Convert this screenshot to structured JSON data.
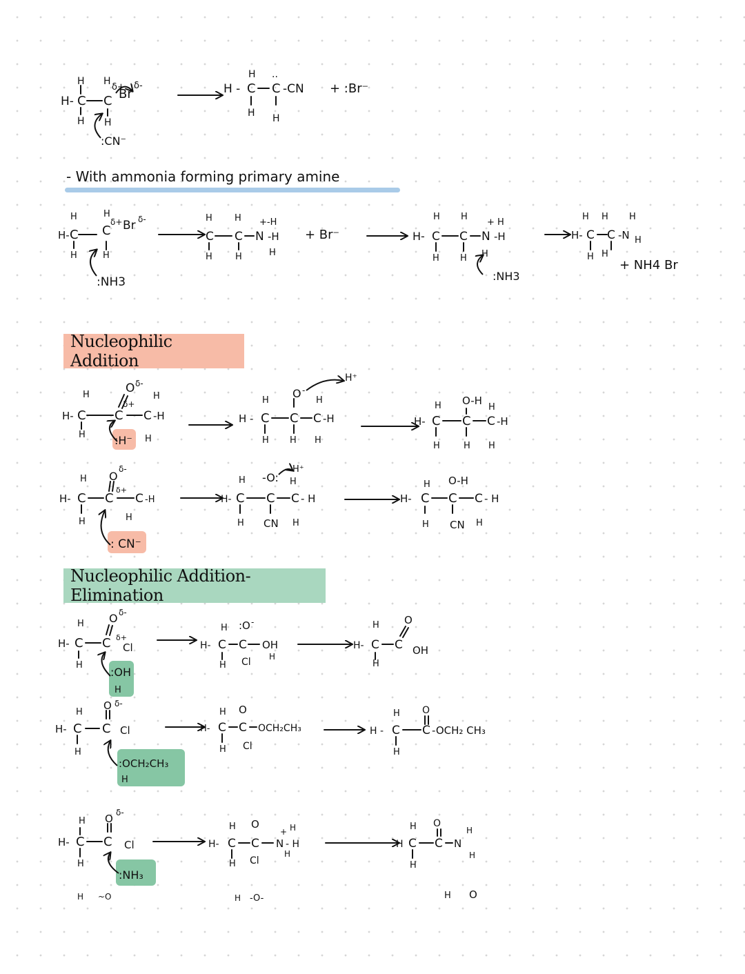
{
  "section_1": {
    "subtitle": "- With ammonia forming primary amine",
    "product_extra": "+ NH4 Br",
    "nucleophile": ":NH3",
    "byproduct": "+ Br⁻",
    "second_nh3": ":NH3"
  },
  "top_reaction": {
    "nucleophile": ":CN⁻",
    "product": "H-C-C-CN",
    "byproduct": "+ :Br⁻"
  },
  "section_2": {
    "heading": "Nucleophilic Addition",
    "row1_nucleophile": ":H⁻",
    "row2_nucleophile": ": CN⁻",
    "proton": "H⁺"
  },
  "section_3": {
    "heading": "Nucleophilic Addition-Elimination",
    "row1_nucleophile": ":OH",
    "row2_nucleophile": ":OCH₂CH₃",
    "row3_nucleophile": ":NH₃",
    "row1_product_group": "OH",
    "row2_product_group": "-OCH₂ CH₃",
    "row3_product_group": "N"
  },
  "colors": {
    "salmon": "#f7bba7",
    "green": "#86c6a4",
    "blue_underline": "#a9cbe8"
  }
}
